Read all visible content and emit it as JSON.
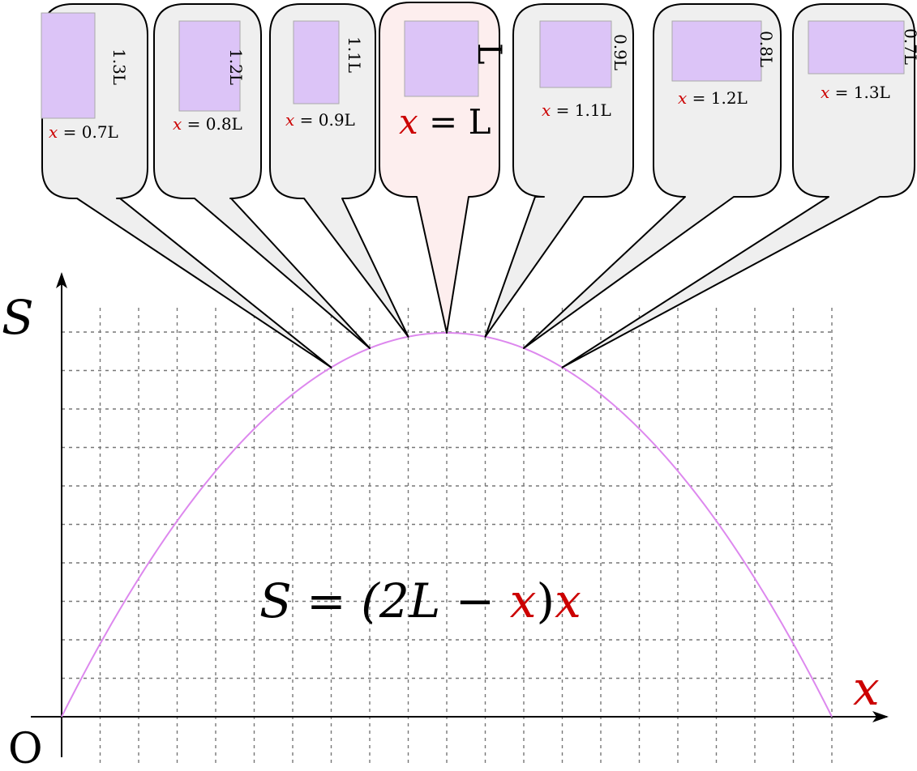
{
  "axes": {
    "y_label": "S",
    "x_label": "x",
    "origin_label": "O"
  },
  "formula": {
    "lhs": "S = (2L − ",
    "var1": "x",
    "mid": ")",
    "var2": "x"
  },
  "colors": {
    "curve": "#dd88ee",
    "rect_fill": "#dcc4f7",
    "variable": "#cc0000",
    "callout_fill": "#efefef",
    "callout_highlight_fill": "#fdeeee",
    "grid": "#777777"
  },
  "chart_data": {
    "type": "line",
    "function": "S = (2L - x) x",
    "x_range": [
      0,
      2
    ],
    "x_unit": "L",
    "peak": {
      "x": 1,
      "S": 1
    }
  },
  "callouts": [
    {
      "x_label": "x",
      "x_eq": " = 0.7L",
      "side_label": "1.3L",
      "x": 0.7,
      "highlight": false
    },
    {
      "x_label": "x",
      "x_eq": " = 0.8L",
      "side_label": "1.2L",
      "x": 0.8,
      "highlight": false
    },
    {
      "x_label": "x",
      "x_eq": " = 0.9L",
      "side_label": "1.1L",
      "x": 0.9,
      "highlight": false
    },
    {
      "x_label": "x",
      "x_eq": " = L",
      "side_label": "L",
      "x": 1.0,
      "highlight": true
    },
    {
      "x_label": "x",
      "x_eq": " = 1.1L",
      "side_label": "0.9L",
      "x": 1.1,
      "highlight": false
    },
    {
      "x_label": "x",
      "x_eq": " = 1.2L",
      "side_label": "0.8L",
      "x": 1.2,
      "highlight": false
    },
    {
      "x_label": "x",
      "x_eq": " = 1.3L",
      "side_label": "0.7L",
      "x": 1.3,
      "highlight": false
    }
  ]
}
